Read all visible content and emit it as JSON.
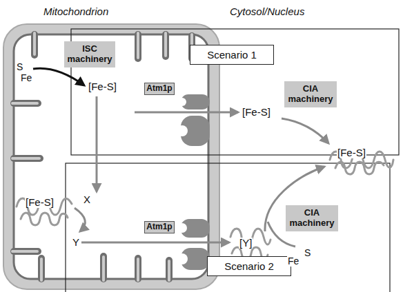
{
  "diagram": {
    "nodes": [
      {
        "text": [
          "Scenario 1"
        ]
      },
      {
        "text": [
          "ISC machinery"
        ]
      },
      {
        "text": [
          "Atm1p"
        ]
      },
      {
        "text": [
          "CIA machinery"
        ]
      },
      {
        "text": [
          "Atm1p"
        ]
      },
      {
        "text": [
          "CIA machinery"
        ]
      },
      {
        "text": [
          "Scenario 2"
        ]
      }
    ],
    "labels": [
      "Mitochondrion",
      "Cytosol/Nucleus",
      "S",
      "Fe",
      "[Fe-S]",
      "[Fe-S]",
      "[Fe-S]",
      "[Fe-S]",
      "X",
      "Y",
      "[Y]",
      "Fe",
      "S"
    ]
  }
}
